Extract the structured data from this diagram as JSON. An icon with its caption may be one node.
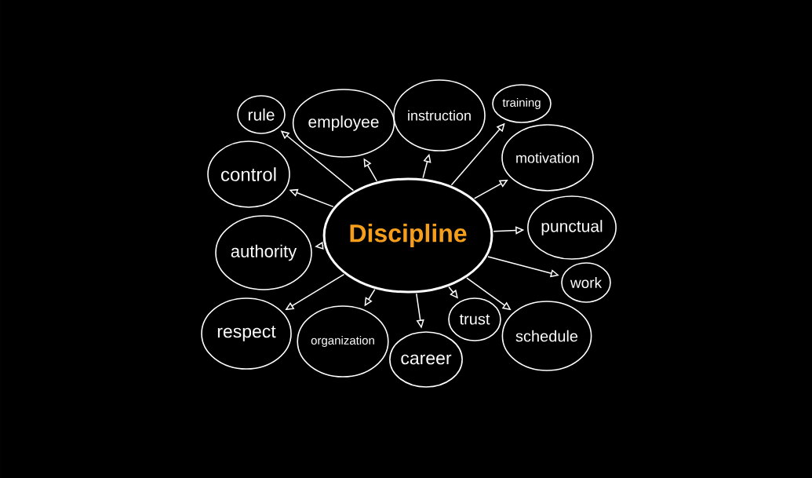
{
  "diagram": {
    "nodes": [
      {
        "text": [
          "Discipline"
        ]
      },
      {
        "text": [
          "rule"
        ]
      },
      {
        "text": [
          "employee"
        ]
      },
      {
        "text": [
          "instruction"
        ]
      },
      {
        "text": [
          "training"
        ]
      },
      {
        "text": [
          "control"
        ]
      },
      {
        "text": [
          "motivation"
        ]
      },
      {
        "text": [
          "authority"
        ]
      },
      {
        "text": [
          "punctual"
        ]
      },
      {
        "text": [
          "work"
        ]
      },
      {
        "text": [
          "respect"
        ]
      },
      {
        "text": [
          "organization"
        ]
      },
      {
        "text": [
          "trust"
        ]
      },
      {
        "text": [
          "career"
        ]
      },
      {
        "text": [
          "schedule"
        ]
      }
    ],
    "edges": [
      {
        "from": 0,
        "to": 1,
        "arrow": "to"
      },
      {
        "from": 0,
        "to": 2,
        "arrow": "to"
      },
      {
        "from": 0,
        "to": 3,
        "arrow": "to"
      },
      {
        "from": 0,
        "to": 4,
        "arrow": "to"
      },
      {
        "from": 0,
        "to": 5,
        "arrow": "to"
      },
      {
        "from": 0,
        "to": 6,
        "arrow": "to"
      },
      {
        "from": 0,
        "to": 7,
        "arrow": "to"
      },
      {
        "from": 0,
        "to": 8,
        "arrow": "to"
      },
      {
        "from": 0,
        "to": 9,
        "arrow": "to"
      },
      {
        "from": 0,
        "to": 10,
        "arrow": "to"
      },
      {
        "from": 0,
        "to": 11,
        "arrow": "to"
      },
      {
        "from": 0,
        "to": 12,
        "arrow": "to"
      },
      {
        "from": 0,
        "to": 13,
        "arrow": "to"
      },
      {
        "from": 0,
        "to": 14,
        "arrow": "to"
      }
    ]
  }
}
